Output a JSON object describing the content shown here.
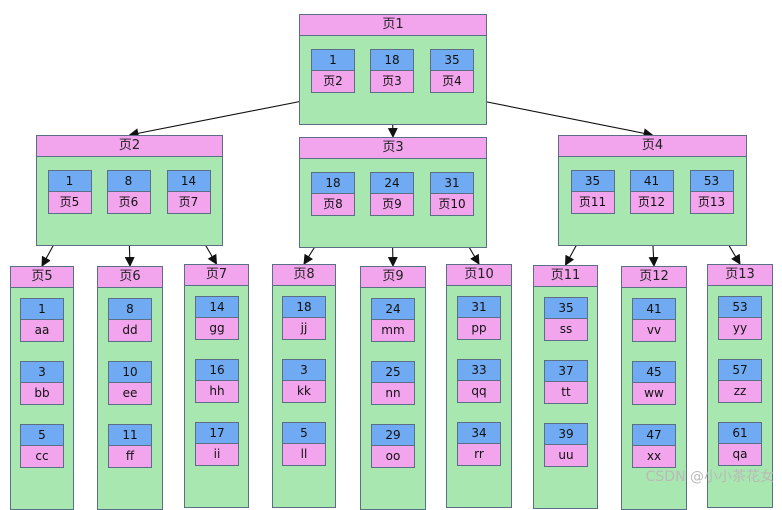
{
  "nodes": [
    {
      "id": "p1",
      "title": "页1",
      "cells": [
        [
          "1",
          "页2"
        ],
        [
          "18",
          "页3"
        ],
        [
          "35",
          "页4"
        ]
      ]
    },
    {
      "id": "p2",
      "title": "页2",
      "cells": [
        [
          "1",
          "页5"
        ],
        [
          "8",
          "页6"
        ],
        [
          "14",
          "页7"
        ]
      ]
    },
    {
      "id": "p3",
      "title": "页3",
      "cells": [
        [
          "18",
          "页8"
        ],
        [
          "24",
          "页9"
        ],
        [
          "31",
          "页10"
        ]
      ]
    },
    {
      "id": "p4",
      "title": "页4",
      "cells": [
        [
          "35",
          "页11"
        ],
        [
          "41",
          "页12"
        ],
        [
          "53",
          "页13"
        ]
      ]
    },
    {
      "id": "p5",
      "title": "页5",
      "cells": [
        [
          "1",
          "aa"
        ],
        [
          "3",
          "bb"
        ],
        [
          "5",
          "cc"
        ]
      ]
    },
    {
      "id": "p6",
      "title": "页6",
      "cells": [
        [
          "8",
          "dd"
        ],
        [
          "10",
          "ee"
        ],
        [
          "11",
          "ff"
        ]
      ]
    },
    {
      "id": "p7",
      "title": "页7",
      "cells": [
        [
          "14",
          "gg"
        ],
        [
          "16",
          "hh"
        ],
        [
          "17",
          "ii"
        ]
      ]
    },
    {
      "id": "p8",
      "title": "页8",
      "cells": [
        [
          "18",
          "jj"
        ],
        [
          "3",
          "kk"
        ],
        [
          "5",
          "ll"
        ]
      ]
    },
    {
      "id": "p9",
      "title": "页9",
      "cells": [
        [
          "24",
          "mm"
        ],
        [
          "25",
          "nn"
        ],
        [
          "29",
          "oo"
        ]
      ]
    },
    {
      "id": "p10",
      "title": "页10",
      "cells": [
        [
          "31",
          "pp"
        ],
        [
          "33",
          "qq"
        ],
        [
          "34",
          "rr"
        ]
      ]
    },
    {
      "id": "p11",
      "title": "页11",
      "cells": [
        [
          "35",
          "ss"
        ],
        [
          "37",
          "tt"
        ],
        [
          "39",
          "uu"
        ]
      ]
    },
    {
      "id": "p12",
      "title": "页12",
      "cells": [
        [
          "41",
          "vv"
        ],
        [
          "45",
          "ww"
        ],
        [
          "47",
          "xx"
        ]
      ]
    },
    {
      "id": "p13",
      "title": "页13",
      "cells": [
        [
          "53",
          "yy"
        ],
        [
          "57",
          "zz"
        ],
        [
          "61",
          "qa"
        ]
      ]
    }
  ],
  "edges": [
    [
      "p1",
      0,
      "p2"
    ],
    [
      "p1",
      1,
      "p3"
    ],
    [
      "p1",
      2,
      "p4"
    ],
    [
      "p2",
      0,
      "p5"
    ],
    [
      "p2",
      1,
      "p6"
    ],
    [
      "p2",
      2,
      "p7"
    ],
    [
      "p3",
      0,
      "p8"
    ],
    [
      "p3",
      1,
      "p9"
    ],
    [
      "p3",
      2,
      "p10"
    ],
    [
      "p4",
      0,
      "p11"
    ],
    [
      "p4",
      1,
      "p12"
    ],
    [
      "p4",
      2,
      "p13"
    ]
  ],
  "watermark": "CSDN @小小茶花女"
}
